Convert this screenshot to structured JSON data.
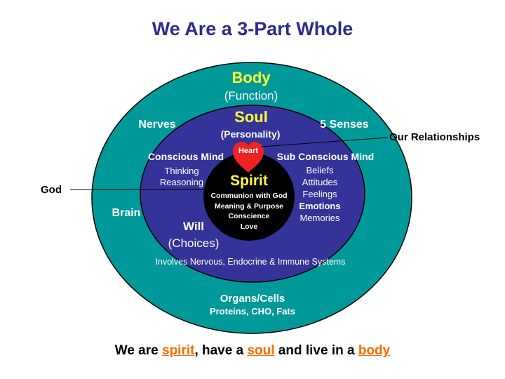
{
  "title": "We Are a 3-Part Whole",
  "body": {
    "heading": "Body",
    "sub": "(Function)",
    "nerves": "Nerves",
    "senses": "5 Senses",
    "brain": "Brain",
    "organs": "Organs/Cells",
    "organs_detail": "Proteins, CHO, Fats"
  },
  "soul": {
    "heading": "Soul",
    "sub": "(Personality)",
    "conscious": "Conscious Mind",
    "conscious_items": [
      "Thinking",
      "Reasoning"
    ],
    "subconscious": "Sub Conscious Mind",
    "subconscious_items": [
      "Beliefs",
      "Attitudes",
      "Feelings",
      "Emotions",
      "Memories"
    ],
    "will": "Will",
    "choices": "(Choices)",
    "systems": "Involves Nervous, Endocrine & Immune Systems"
  },
  "spirit": {
    "heading": "Spirit",
    "items": [
      "Communion with God",
      "Meaning & Purpose",
      "Conscience",
      "Love"
    ]
  },
  "heart": "Heart",
  "callouts": {
    "relationships": "Our Relationships",
    "god": "God"
  },
  "footer": {
    "part1": "We are ",
    "spirit": "spirit",
    "part2": ", have a ",
    "soul": "soul",
    "part3": " and live in a ",
    "body": "body"
  },
  "colors": {
    "body": "#009999",
    "soul": "#333399",
    "spirit": "#000000",
    "heart": "#ee2222",
    "title": "#2e2a8c",
    "highlight": "#ff6a00"
  }
}
